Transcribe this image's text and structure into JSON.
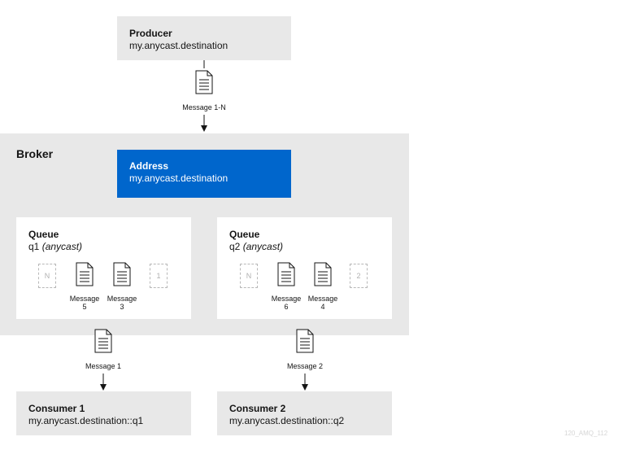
{
  "producer": {
    "title": "Producer",
    "address": "my.anycast.destination"
  },
  "producer_message_label": "Message 1-N",
  "broker": {
    "label": "Broker",
    "address_box": {
      "title": "Address",
      "address": "my.anycast.destination"
    },
    "queues": [
      {
        "title": "Queue",
        "name": "q1",
        "routing": "(anycast)",
        "slot_left": "N",
        "slot_right": "1",
        "messages": [
          {
            "line1": "Message",
            "line2": "5"
          },
          {
            "line1": "Message",
            "line2": "3"
          }
        ]
      },
      {
        "title": "Queue",
        "name": "q2",
        "routing": "(anycast)",
        "slot_left": "N",
        "slot_right": "2",
        "messages": [
          {
            "line1": "Message",
            "line2": "6"
          },
          {
            "line1": "Message",
            "line2": "4"
          }
        ]
      }
    ]
  },
  "consumers": [
    {
      "title": "Consumer 1",
      "address": "my.anycast.destination::q1",
      "message_label": "Message 1"
    },
    {
      "title": "Consumer 2",
      "address": "my.anycast.destination::q2",
      "message_label": "Message 2"
    }
  ],
  "watermark": "120_AMQ_112",
  "colors": {
    "address_blue": "#0066cc",
    "panel_grey": "#e8e8e8",
    "line": "#151515"
  }
}
